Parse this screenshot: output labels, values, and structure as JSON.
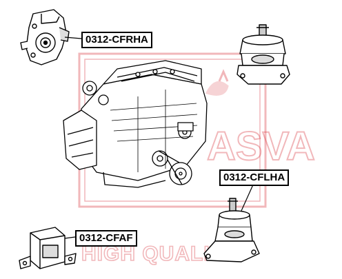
{
  "labels": {
    "cfrha": "0312-CFRHA",
    "cflha": "0312-CFLHA",
    "cfaf": "0312-CFAF"
  },
  "watermark": {
    "brand_text": "ASVA",
    "tagline_text": "HIGH QUALITY",
    "color": "#d9333b"
  },
  "colors": {
    "ink": "#000000",
    "background": "#ffffff"
  }
}
